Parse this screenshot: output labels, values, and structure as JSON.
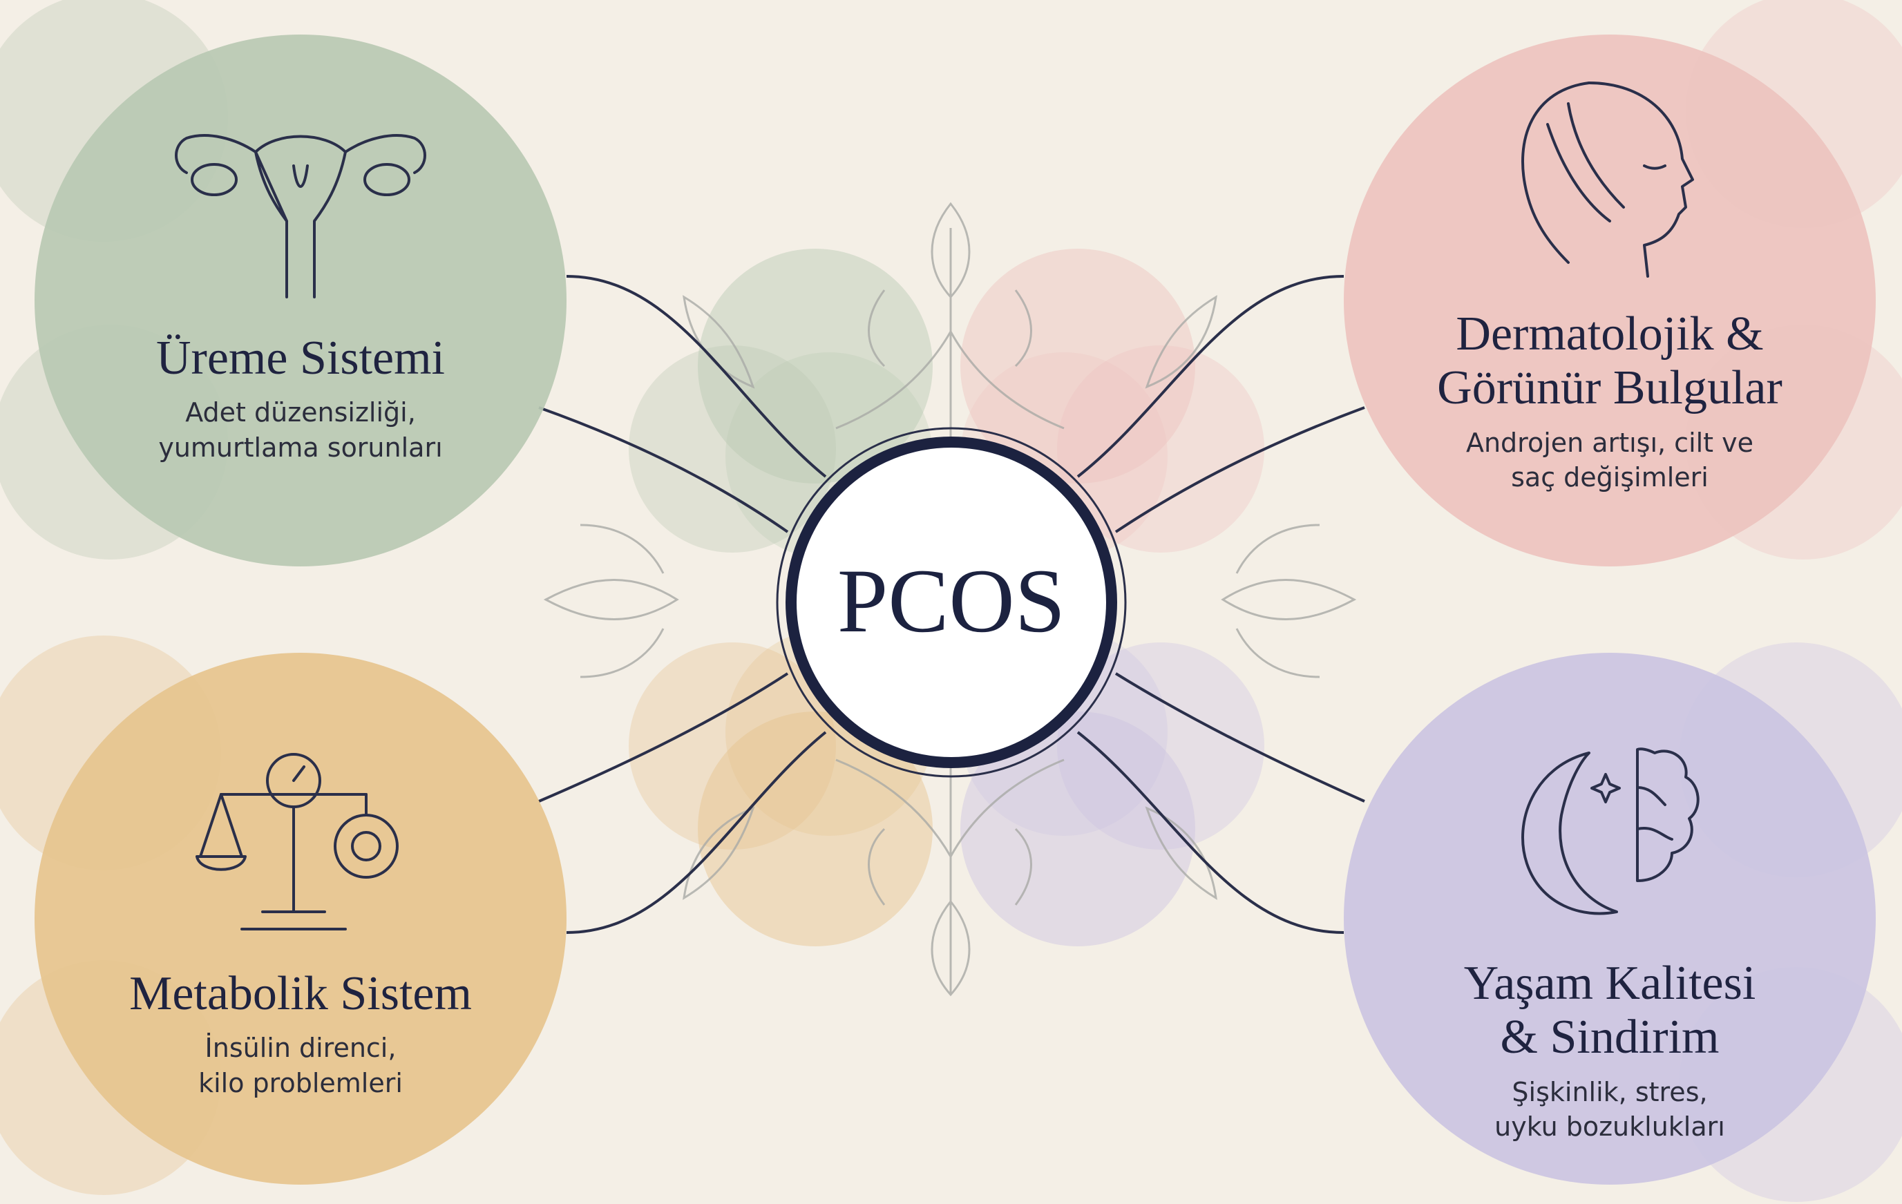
{
  "center": {
    "label": "PCOS"
  },
  "nodes": {
    "reproductive": {
      "title": "Üreme Sistemi",
      "desc_line1": "Adet düzensizliği,",
      "desc_line2": "yumurtlama sorunları",
      "icon": "uterus-icon",
      "color": "#b9c9b3"
    },
    "dermatologic": {
      "title_line1": "Dermatolojik &",
      "title_line2": "Görünür Bulgular",
      "desc_line1": "Androjen artışı, cilt ve",
      "desc_line2": "saç değişimleri",
      "icon": "woman-profile-icon",
      "color": "#edc3bf"
    },
    "metabolic": {
      "title": "Metabolik Sistem",
      "desc_line1": "İnsülin direnci,",
      "desc_line2": "kilo problemleri",
      "icon": "balance-scale-gauge-icon",
      "color": "#e6c48e"
    },
    "quality": {
      "title_line1": "Yaşam Kalitesi",
      "title_line2": "& Sindirim",
      "desc_line1": "Şişkinlik, stres,",
      "desc_line2": "uyku bozuklukları",
      "icon": "moon-brain-icon",
      "color": "#cbc4e2"
    }
  },
  "colors": {
    "background": "#f4efe6",
    "line": "#2a2f4a",
    "text": "#1f2340"
  }
}
